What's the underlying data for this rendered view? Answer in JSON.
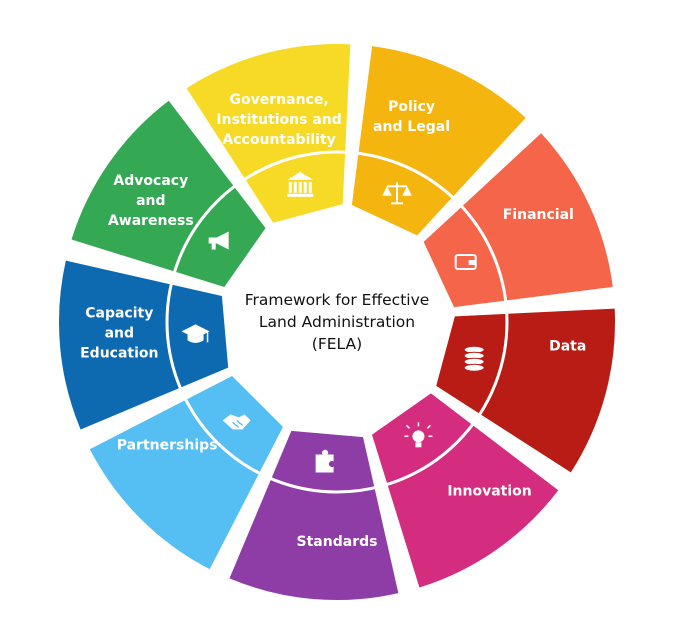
{
  "diagram": {
    "center": {
      "lines": [
        "Framework for Effective",
        "Land Administration",
        "(FELA)"
      ]
    },
    "segments": [
      {
        "id": "policy",
        "lines": [
          "Policy",
          "and Legal"
        ],
        "color": "#F5B50F",
        "icon": "scales-icon"
      },
      {
        "id": "financial",
        "lines": [
          "Financial"
        ],
        "color": "#F5654A",
        "icon": "wallet-icon"
      },
      {
        "id": "data",
        "lines": [
          "Data"
        ],
        "color": "#B81C14",
        "icon": "database-icon"
      },
      {
        "id": "innovation",
        "lines": [
          "Innovation"
        ],
        "color": "#D42C7E",
        "icon": "lightbulb-icon"
      },
      {
        "id": "standards",
        "lines": [
          "Standards"
        ],
        "color": "#8E3CA6",
        "icon": "puzzle-icon"
      },
      {
        "id": "partnerships",
        "lines": [
          "Partnerships"
        ],
        "color": "#55BEF2",
        "icon": "handshake-icon"
      },
      {
        "id": "capacity",
        "lines": [
          "Capacity",
          "and",
          "Education"
        ],
        "color": "#0E6AB0",
        "icon": "graduation-cap-icon"
      },
      {
        "id": "advocacy",
        "lines": [
          "Advocacy",
          "and",
          "Awareness"
        ],
        "color": "#34A853",
        "icon": "megaphone-icon"
      },
      {
        "id": "governance",
        "lines": [
          "Governance,",
          "Institutions and",
          "Accountability"
        ],
        "color": "#F7DA25",
        "icon": "building-icon"
      }
    ]
  }
}
